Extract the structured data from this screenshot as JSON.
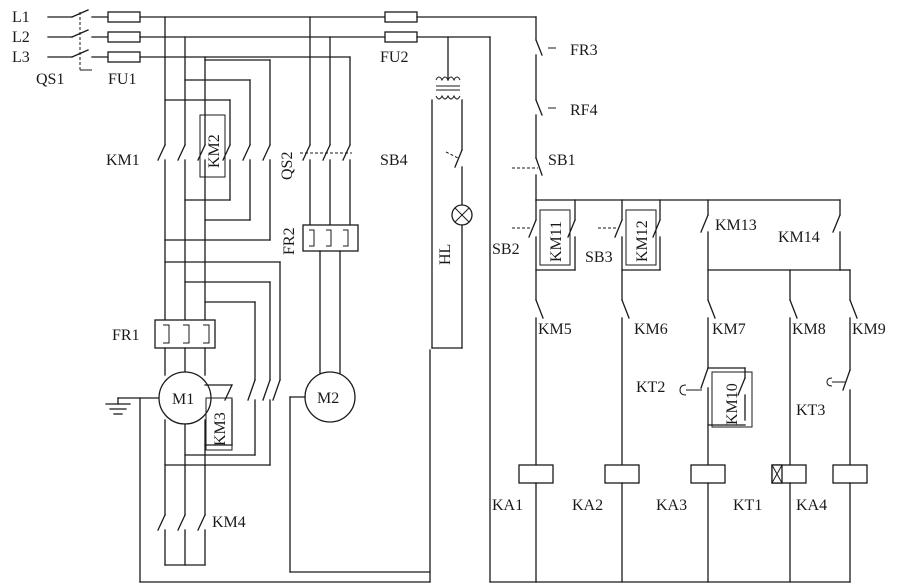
{
  "labels": {
    "L1": "L1",
    "L2": "L2",
    "L3": "L3",
    "QS1": "QS1",
    "FU1": "FU1",
    "FU2": "FU2",
    "KM1": "KM1",
    "KM2": "KM2",
    "QS2": "QS2",
    "FR2": "FR2",
    "FR1": "FR1",
    "M1": "M1",
    "M2": "M2",
    "KM3": "KM3",
    "KM4": "KM4",
    "SB4": "SB4",
    "HL": "HL",
    "FR3": "FR3",
    "RF4": "RF4",
    "SB1": "SB1",
    "SB2": "SB2",
    "KM11": "KM11",
    "SB3": "SB3",
    "KM12": "KM12",
    "KM13": "KM13",
    "KM14": "KM14",
    "KM5": "KM5",
    "KM6": "KM6",
    "KM7": "KM7",
    "KM8": "KM8",
    "KM9": "KM9",
    "KT2": "KT2",
    "KM10": "KM10",
    "KT3": "KT3",
    "KA1": "KA1",
    "KA2": "KA2",
    "KA3": "KA3",
    "KT1": "KT1",
    "KA4": "KA4"
  }
}
